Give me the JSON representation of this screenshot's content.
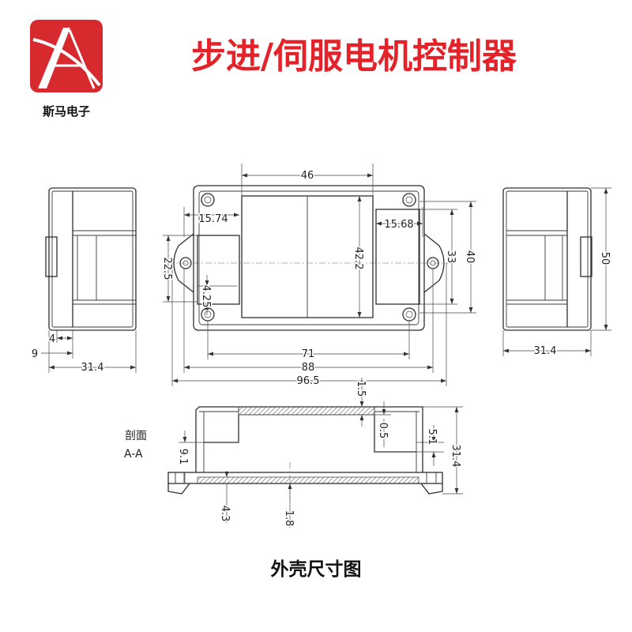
{
  "brand": {
    "name": "斯马电子",
    "logo_icon": "brand-logo-a-mark"
  },
  "title": "步进/伺服电机控制器",
  "caption": "外壳尺寸图",
  "colors": {
    "brand_red": "#d72a2f",
    "title_red": "#e4222a",
    "linework": "#2e2e2e"
  },
  "top_view": {
    "dimensions": [
      "46",
      "15.74",
      "15.68",
      "42.2",
      "33",
      "40",
      "22.5",
      "4.25",
      "71",
      "88",
      "96.5"
    ]
  },
  "left_view": {
    "dimensions": [
      "4",
      "9",
      "31.4"
    ]
  },
  "right_view": {
    "dimensions": [
      "50",
      "31.4"
    ]
  },
  "section_view": {
    "label_line1": "剖面",
    "label_line2": "A-A",
    "dimensions": [
      "1.5",
      "0.5",
      "5.1",
      "31.4",
      "9.1",
      "4.3",
      "1.8"
    ]
  }
}
